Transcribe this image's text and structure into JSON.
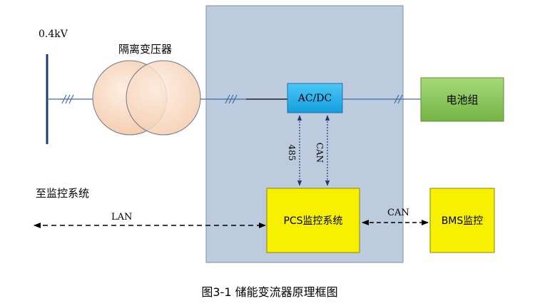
{
  "labels": {
    "voltage": "0.4kV",
    "transformer": "隔离变压器",
    "acdc": "AC/DC",
    "battery": "电池组",
    "link_485": "485",
    "link_can_vertical": "CAN",
    "to_monitoring": "至监控系统",
    "lan": "LAN",
    "pcs": "PCS监控系统",
    "link_can_horizontal": "CAN",
    "bms": "BMS监控",
    "caption": "图3-1 储能变流器原理框图"
  },
  "colors": {
    "panel_fill": "#bccbde",
    "panel_stroke": "#7f8fa8",
    "acdc_fill": "#1eb0ef",
    "battery_fill": "#8cc85a",
    "yellow_fill": "#f7f000",
    "transformer_fill": "#f9dcc8",
    "line_blue": "#3e6ea6",
    "arrow_navy": "#1f3a6e"
  }
}
